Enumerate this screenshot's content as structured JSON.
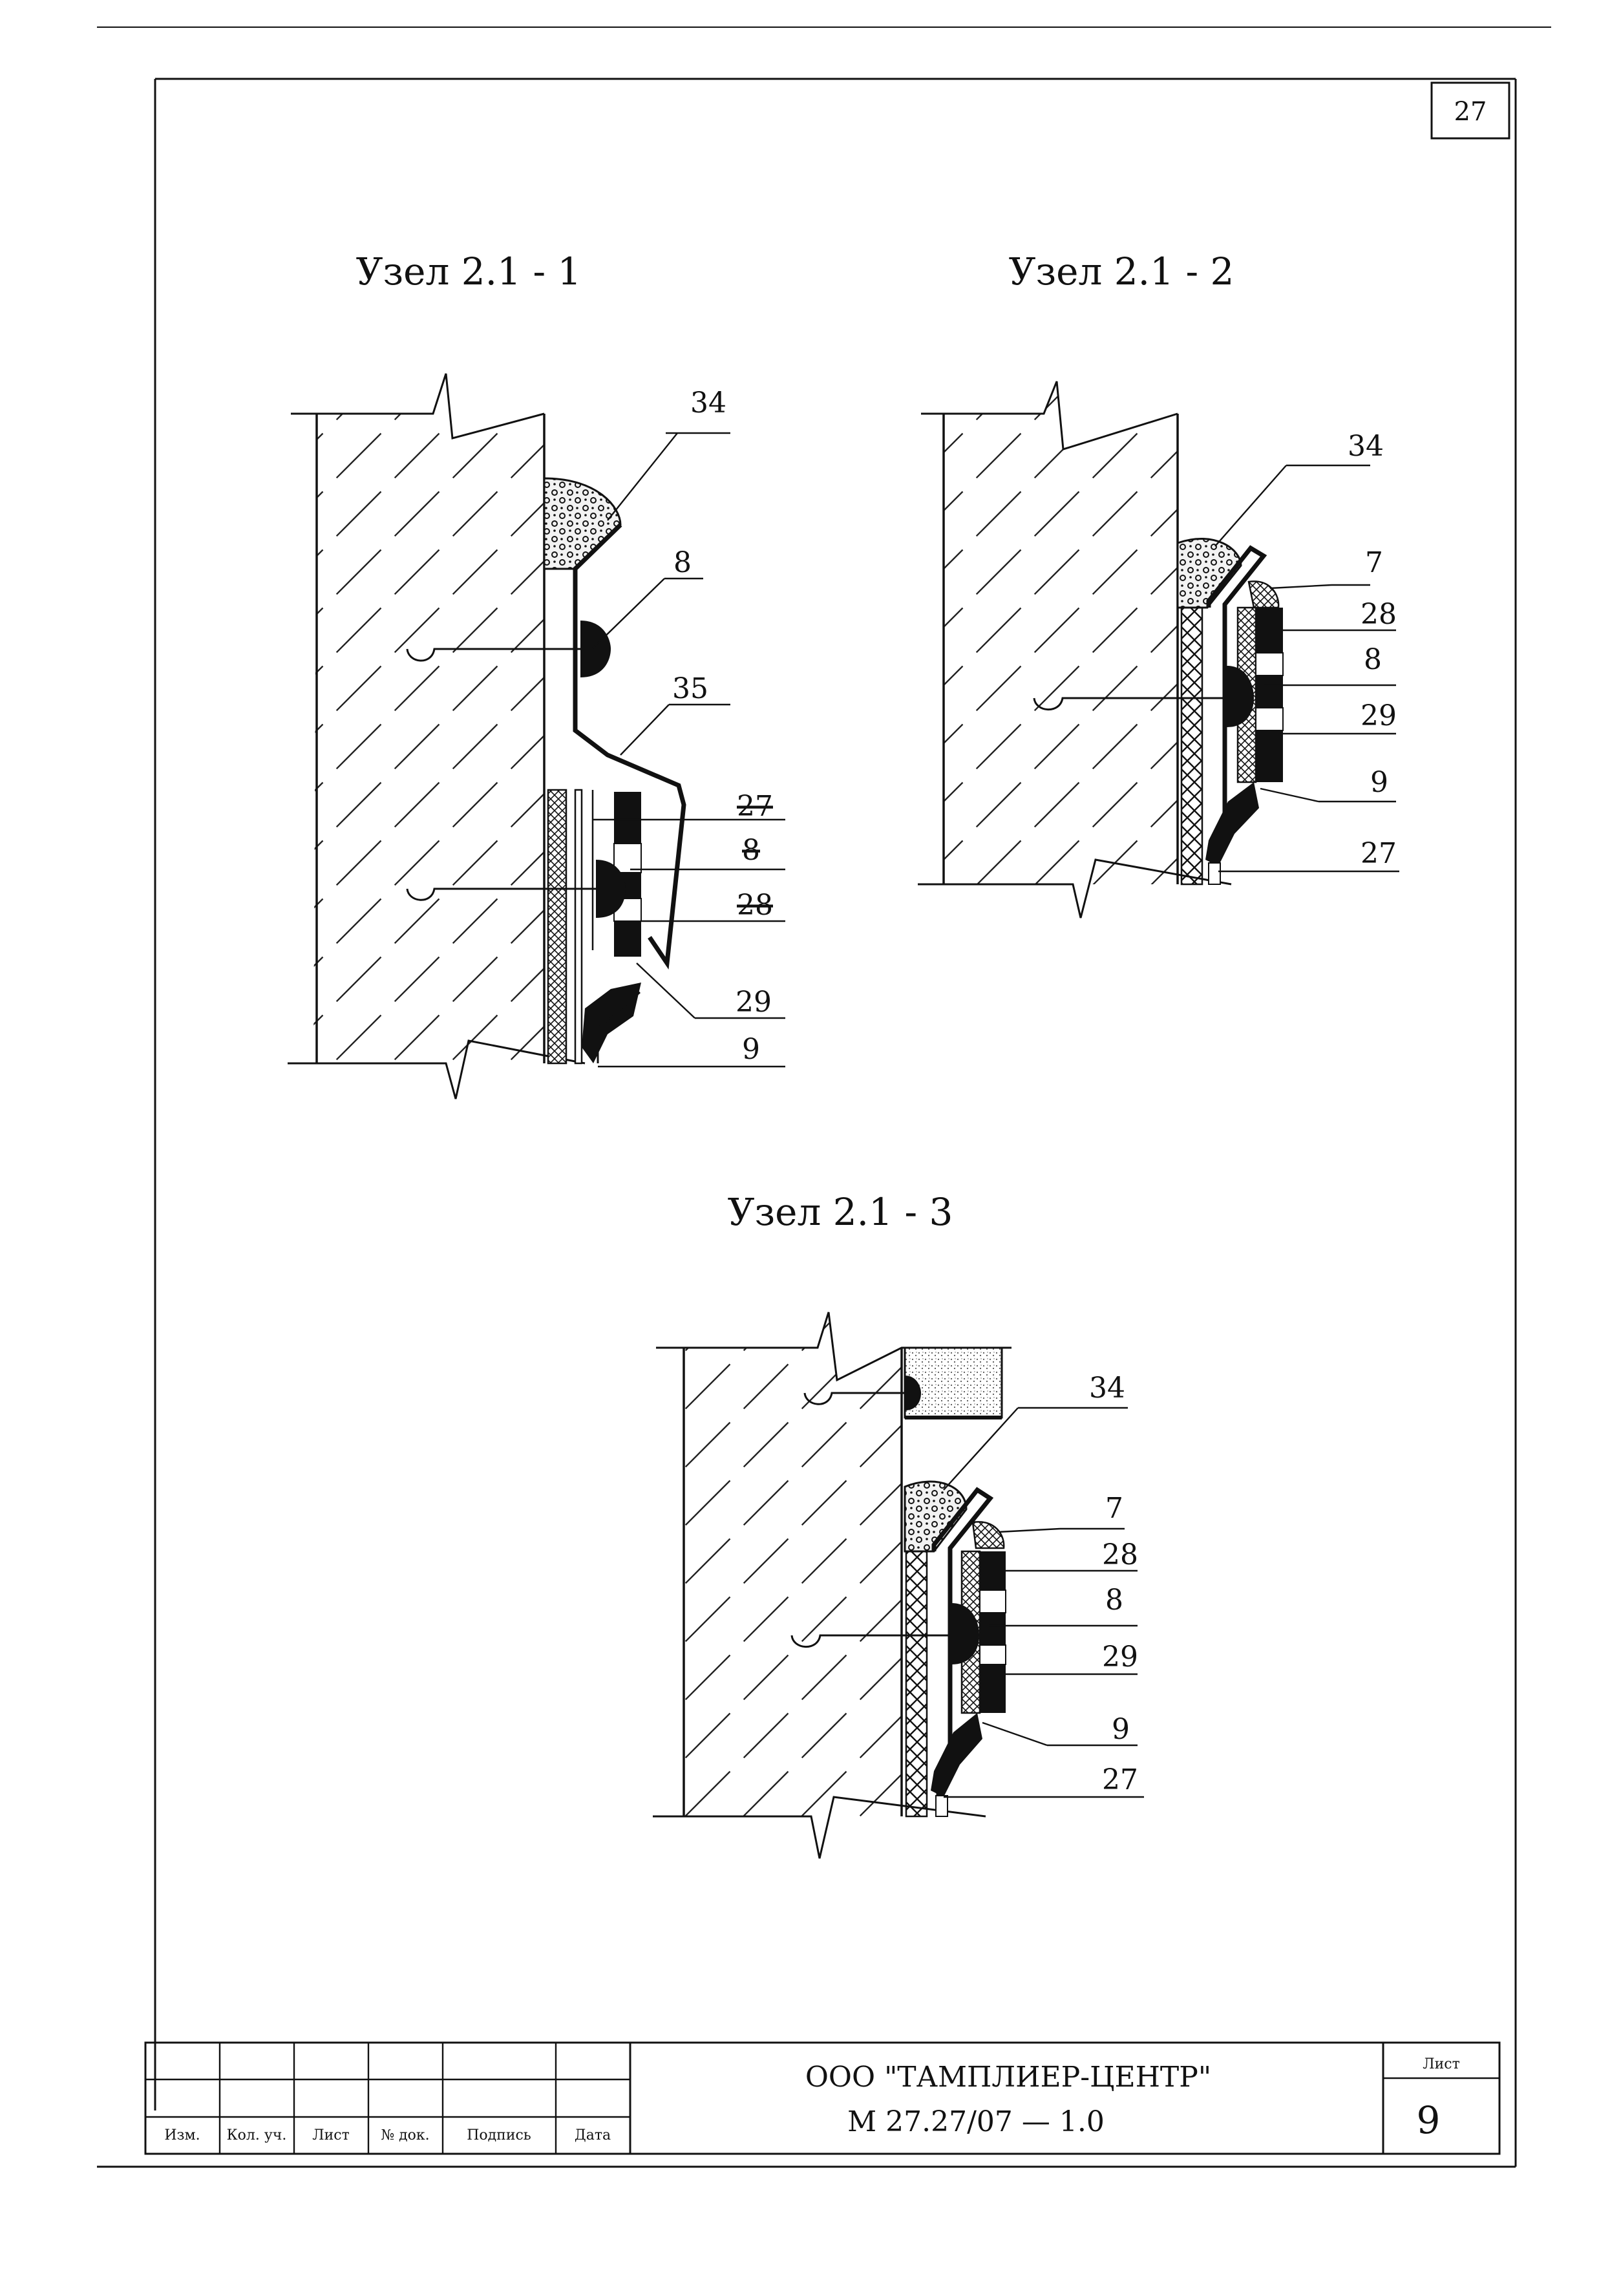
{
  "sheet_corner_number": "27",
  "nodes": [
    {
      "title": "Узел 2.1 - 1",
      "callouts": [
        "34",
        "8",
        "35",
        "27",
        "8",
        "28",
        "29",
        "9"
      ]
    },
    {
      "title": "Узел 2.1 - 2",
      "callouts": [
        "34",
        "7",
        "28",
        "8",
        "29",
        "9",
        "27"
      ]
    },
    {
      "title": "Узел 2.1 - 3",
      "callouts": [
        "34",
        "7",
        "28",
        "8",
        "29",
        "9",
        "27"
      ]
    }
  ],
  "title_block": {
    "columns": [
      "Изм.",
      "Кол. уч.",
      "Лист",
      "№ док.",
      "Подпись",
      "Дата"
    ],
    "company": "ООО \"ТАМПЛИЕР-ЦЕНТР\"",
    "document_code": "М 27.27/07 — 1.0",
    "sheet_label": "Лист",
    "sheet_number": "9"
  }
}
